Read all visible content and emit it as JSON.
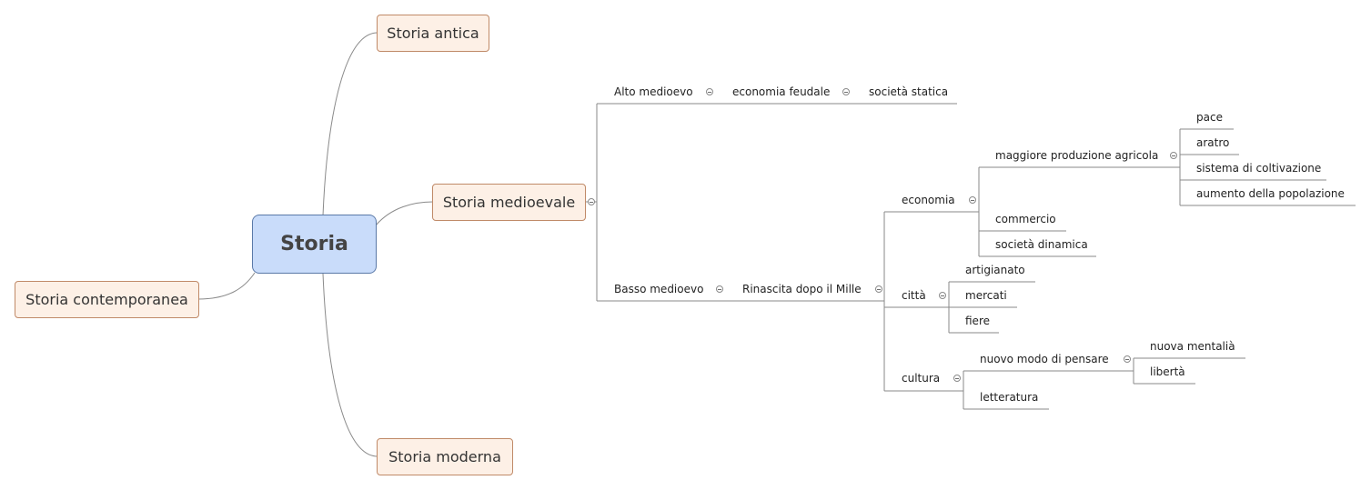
{
  "map": {
    "central": "Storia",
    "antica": "Storia antica",
    "medioevale": "Storia medioevale",
    "moderna": "Storia moderna",
    "contemporanea": "Storia contemporanea",
    "alto": {
      "label": "Alto medioevo",
      "economia": "economia feudale",
      "societa": "società statica"
    },
    "basso": {
      "label": "Basso medioevo",
      "rinascita": "Rinascita dopo il Mille",
      "economia": {
        "label": "economia",
        "produzione": {
          "label": "maggiore produzione agricola",
          "items": [
            "pace",
            "aratro",
            "sistema di coltivazione",
            "aumento della popolazione"
          ]
        },
        "commercio": "commercio",
        "societa": "società dinamica"
      },
      "citta": {
        "label": "città",
        "items": [
          "artigianato",
          "mercati",
          "fiere"
        ]
      },
      "cultura": {
        "label": "cultura",
        "pensare": {
          "label": "nuovo modo di pensare",
          "items": [
            "nuova mentalià",
            "libertà"
          ]
        },
        "letteratura": "letteratura"
      }
    }
  }
}
